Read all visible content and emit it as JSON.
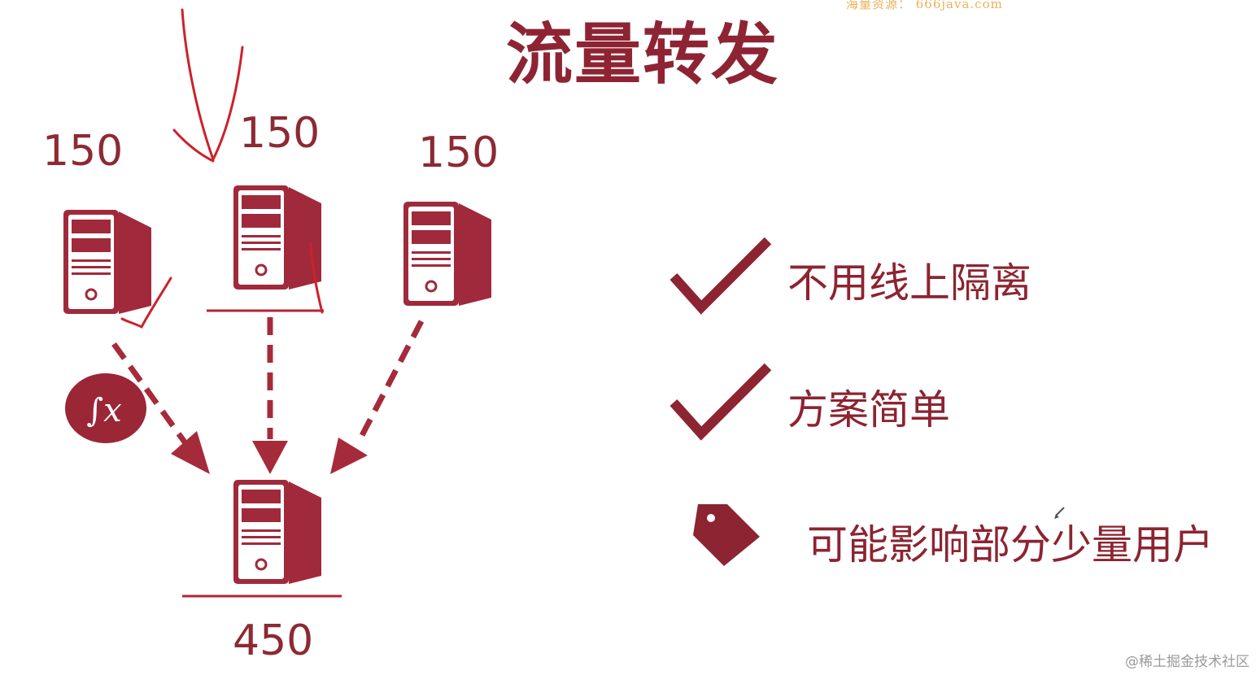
{
  "watermark_top": "海量资源： 666java.com",
  "title": "流量转发",
  "servers": {
    "left_value": "150",
    "middle_value": "150",
    "right_value": "150",
    "target_value": "450"
  },
  "features": [
    {
      "icon": "check-icon",
      "text": "不用线上隔离"
    },
    {
      "icon": "check-icon",
      "text": "方案简单"
    },
    {
      "icon": "tag-icon",
      "text": "可能影响部分少量用户"
    }
  ],
  "formula_icon_label": "∫x",
  "watermark_bottom": "@稀土掘金技术社区",
  "colors": {
    "primary": "#9b2636",
    "annotation": "#c8202a",
    "arrow": "#a62b3a"
  }
}
